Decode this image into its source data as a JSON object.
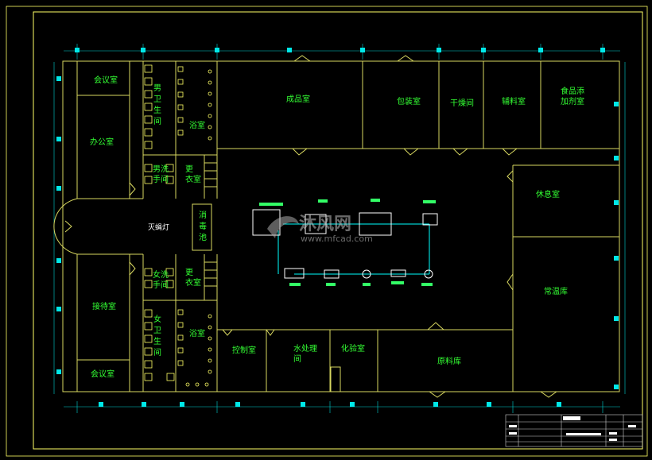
{
  "drawing": {
    "rooms": {
      "meeting_top": "会议室",
      "office": "办公室",
      "reception": "接待室",
      "meeting_bottom": "会议室",
      "male_toilet": "男卫生间",
      "shower_top": "浴室",
      "male_wash": "男洗手间",
      "changing_top": "更衣室",
      "disinfect": "消毒池",
      "female_wash": "女洗手间",
      "changing_bottom": "更衣室",
      "female_toilet": "女卫生间",
      "shower_bottom": "浴室",
      "finished_goods": "成品室",
      "packaging": "包装室",
      "drying": "干燥间",
      "auxiliary": "辅料室",
      "additive": "食品添加剂室",
      "lounge": "休息室",
      "cold_storage": "常温库",
      "control": "控制室",
      "water_treatment": "水处理间",
      "lab": "化验室",
      "warehouse": "原料库"
    },
    "lamp_label": "灭蝇灯",
    "watermark": {
      "brand": "沐风网",
      "url": "www.mfcad.com"
    },
    "colors": {
      "background": "#000000",
      "frame": "#ffff66",
      "wall": "#d8d860",
      "dimension": "#00d0d0",
      "room_text": "#33ff33",
      "equipment": "#33ff66",
      "pipe": "#00ffff"
    }
  }
}
